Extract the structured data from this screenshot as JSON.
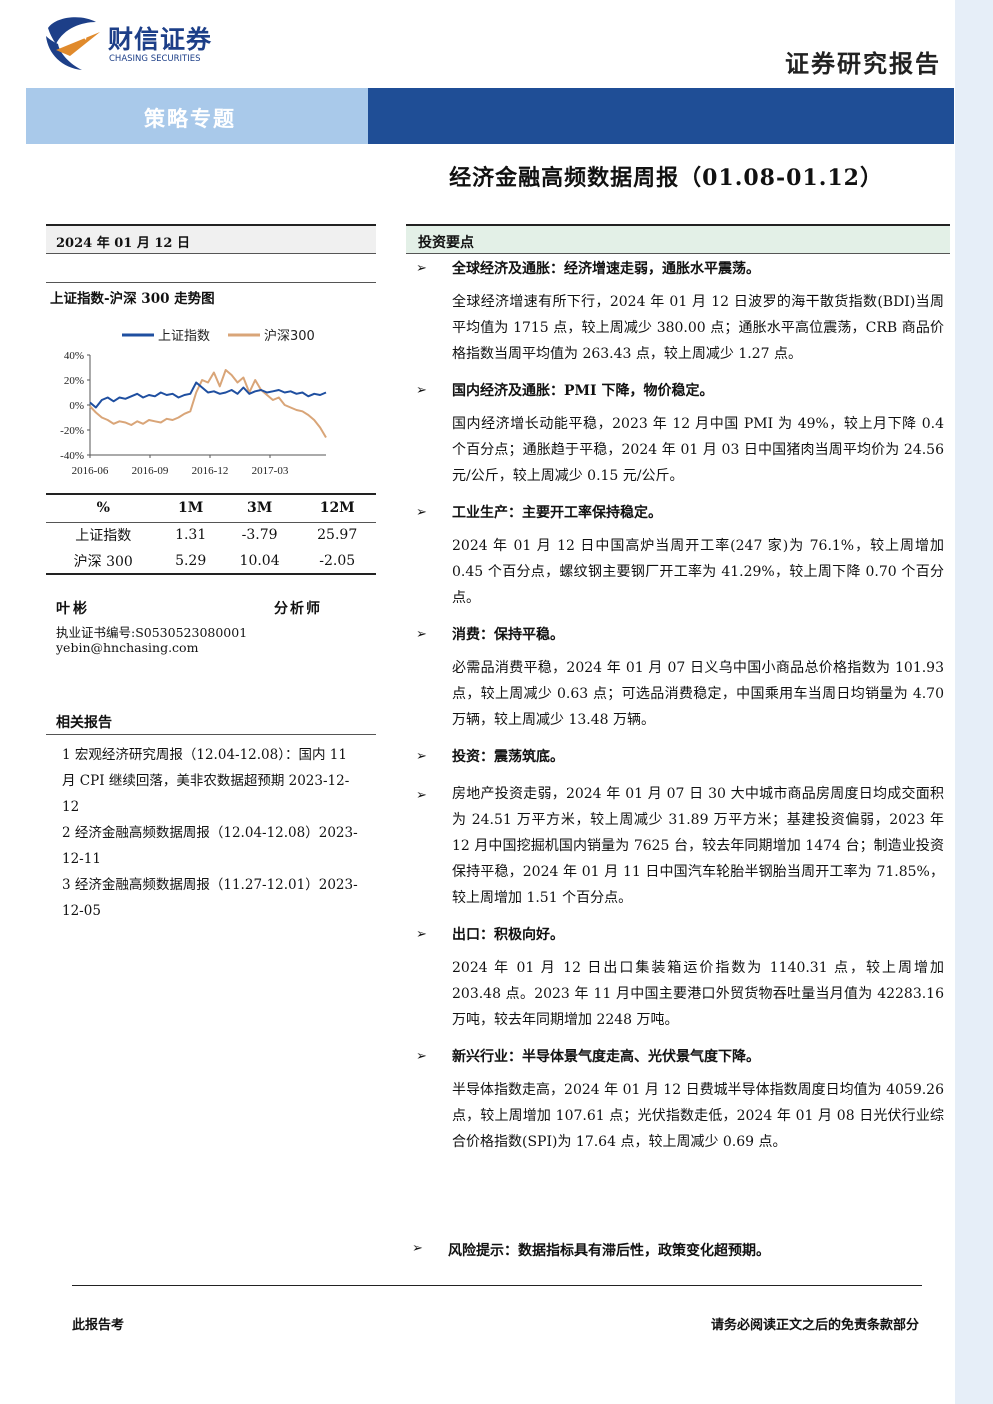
{
  "brand": {
    "name_cn": "财信证券",
    "name_en": "CHASING SECURITIES",
    "report_type": "证券研究报告"
  },
  "band": {
    "label": "策略专题"
  },
  "title": "经济金融高频数据周报（01.08-01.12）",
  "date": "2024 年 01 月 12 日",
  "chart_data": {
    "type": "line",
    "title": "上证指数-沪深 300 走势图",
    "xlabel": "",
    "ylabel": "",
    "x_ticks": [
      "2016-06",
      "2016-09",
      "2016-12",
      "2017-03"
    ],
    "y_ticks": [
      "40%",
      "20%",
      "0%",
      "-20%",
      "-40%"
    ],
    "ylim": [
      -40,
      40
    ],
    "legend_placement": "top",
    "grid": false,
    "x": [
      0,
      3,
      6,
      9,
      12,
      15,
      18,
      21,
      24,
      27,
      30,
      33,
      36,
      39,
      42,
      45,
      48,
      51,
      54,
      57,
      60,
      63,
      66,
      69,
      72,
      75,
      78,
      81,
      84,
      87,
      90,
      93,
      96,
      99,
      102,
      105,
      108,
      111,
      114,
      117,
      120
    ],
    "series": [
      {
        "name": "上证指数",
        "color": "#1f4fa0",
        "values": [
          2,
          -2,
          4,
          6,
          3,
          6,
          5,
          7,
          9,
          6,
          8,
          7,
          10,
          8,
          9,
          6,
          8,
          9,
          18,
          14,
          10,
          11,
          9,
          10,
          12,
          9,
          14,
          9,
          11,
          12,
          10,
          11,
          12,
          10,
          11,
          9,
          10,
          7,
          9,
          8,
          10
        ]
      },
      {
        "name": "沪深300",
        "color": "#d9a578",
        "values": [
          -1,
          -6,
          -10,
          -12,
          -15,
          -13,
          -14,
          -16,
          -13,
          -15,
          -12,
          -13,
          -14,
          -11,
          -12,
          -10,
          -7,
          -5,
          10,
          20,
          18,
          26,
          15,
          28,
          24,
          18,
          22,
          10,
          20,
          12,
          8,
          4,
          6,
          0,
          -2,
          -4,
          -5,
          -8,
          -12,
          -18,
          -26
        ]
      }
    ]
  },
  "perf_table": {
    "headers": [
      "%",
      "1M",
      "3M",
      "12M"
    ],
    "rows": [
      {
        "name": "上证指数",
        "values": [
          "1.31",
          "-3.79",
          "25.97"
        ]
      },
      {
        "name": "沪深 300",
        "values": [
          "5.29",
          "10.04",
          "-2.05"
        ]
      }
    ]
  },
  "analyst": {
    "name": "叶彬",
    "role": "分析师",
    "cert": "执业证书编号:S0530523080001",
    "email": "yebin@hnchasing.com"
  },
  "related": {
    "heading": "相关报告",
    "items": [
      "1  宏观经济研究周报（12.04-12.08）：国内 11 月 CPI 继续回落，美非农数据超预期 2023-12-12",
      "2  经济金融高频数据周报（12.04-12.08）2023-12-11",
      "3  经济金融高频数据周报（11.27-12.01）2023-12-05"
    ]
  },
  "key_points": {
    "heading": "投资要点",
    "arrow": "➢",
    "items": [
      {
        "title": "全球经济及通胀：经济增速走弱，通胀水平震荡。",
        "body": "全球经济增速有所下行，2024 年 01 月 12 日波罗的海干散货指数(BDI)当周平均值为 1715 点，较上周减少 380.00 点；通胀水平高位震荡，CRB 商品价格指数当周平均值为 263.43 点，较上周减少 1.27 点。"
      },
      {
        "title": "国内经济及通胀：PMI 下降，物价稳定。",
        "body": "国内经济增长动能平稳，2023 年 12 月中国 PMI 为 49%，较上月下降 0.4 个百分点；通胀趋于平稳，2024 年 01 月 03 日中国猪肉当周平均价为 24.56 元/公斤，较上周减少 0.15 元/公斤。"
      },
      {
        "title": "工业生产：主要开工率保持稳定。",
        "body": "2024 年 01 月 12 日中国高炉当周开工率(247 家)为 76.1%，较上周增加 0.45 个百分点，螺纹钢主要钢厂开工率为 41.29%，较上周下降 0.70 个百分点。"
      },
      {
        "title": "消费：保持平稳。",
        "body": "必需品消费平稳，2024 年 01 月 07 日义乌中国小商品总价格指数为 101.93 点，较上周减少 0.63 点；可选品消费稳定，中国乘用车当周日均销量为 4.70 万辆，较上周减少 13.48 万辆。"
      },
      {
        "title": "投资：震荡筑底。",
        "body": ""
      },
      {
        "title": "",
        "inline": "房地产投资走弱，2024 年 01 月 07 日 30 大中城市商品房周度日均成交面积为 24.51 万平方米，较上周减少 31.89 万平方米；基建投资偏弱，2023 年 12 月中国挖掘机国内销量为 7625 台，较去年同期增加 1474 台；制造业投资保持平稳，2024 年 01 月 11 日中国汽车轮胎半钢胎当周开工率为 71.85%，较上周增加 1.51 个百分点。"
      },
      {
        "title": "出口：积极向好。",
        "body": "2024 年 01 月 12 日出口集装箱运价指数为 1140.31 点，较上周增加 203.48 点。2023 年 11 月中国主要港口外贸货物吞吐量当月值为 42283.16 万吨，较去年同期增加 2248 万吨。"
      },
      {
        "title": "新兴行业：半导体景气度走高、光伏景气度下降。",
        "body": "半导体指数走高，2024 年 01 月 12 日费城半导体指数周度日均值为 4059.26 点，较上周增加 107.61 点；光伏指数走低，2024 年 01 月 08 日光伏行业综合价格指数(SPI)为 17.64 点，较上周减少 0.69 点。"
      }
    ],
    "risk": "风险提示：数据指标具有滞后性，政策变化超预期。"
  },
  "footer": {
    "left": "此报告考",
    "right": "请务必阅读正文之后的免责条款部分"
  },
  "colors": {
    "accent_dark": "#1f4e96",
    "accent_light": "#a9c9ea",
    "key_head_bg": "#e3f0e7"
  }
}
